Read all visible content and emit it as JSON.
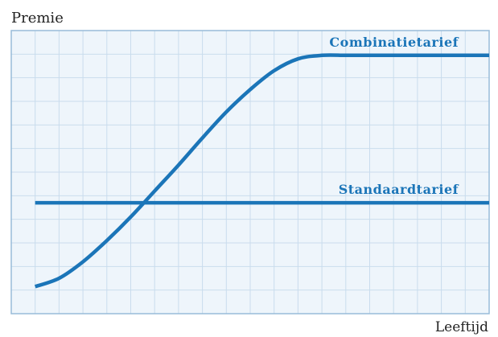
{
  "chart_data": {
    "type": "line",
    "title": "",
    "ylabel": "Premie",
    "xlabel": "Leeftijd",
    "xlim": [
      0,
      20
    ],
    "ylim": [
      0,
      12
    ],
    "grid": true,
    "tick_labels": "none",
    "colors": {
      "line": "#1b75b8",
      "label": "#1b75b8",
      "grid": "#c9dced",
      "frame": "#98bcd9",
      "plot_bg": "#eef5fb"
    },
    "series": [
      {
        "name": "Combinatietarief",
        "x": [
          1,
          2,
          3,
          4,
          5,
          6,
          7,
          8,
          9,
          10,
          11,
          12,
          13,
          14,
          15,
          16,
          17,
          18,
          19,
          20
        ],
        "y": [
          1.15,
          1.5,
          2.2,
          3.1,
          4.1,
          5.2,
          6.3,
          7.45,
          8.55,
          9.5,
          10.3,
          10.8,
          10.95,
          10.95,
          10.95,
          10.95,
          10.95,
          10.95,
          10.95,
          10.95
        ]
      },
      {
        "name": "Standaardtarief",
        "x": [
          1,
          20
        ],
        "y": [
          4.7,
          4.7
        ]
      }
    ]
  }
}
